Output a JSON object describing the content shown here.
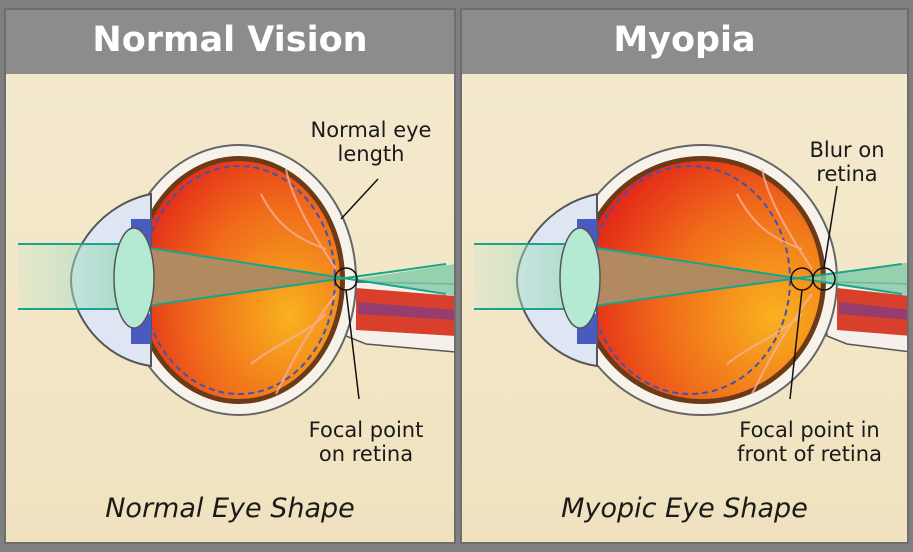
{
  "panels": [
    {
      "title": "Normal Vision",
      "caption": "Normal Eye Shape",
      "label_top": [
        "Normal eye",
        "length"
      ],
      "label_bottom": [
        "Focal point",
        "on retina"
      ]
    },
    {
      "title": "Myopia",
      "caption": "Myopic Eye Shape",
      "label_top": [
        "Blur on",
        "retina"
      ],
      "label_bottom": [
        "Focal point in",
        "front of retina"
      ]
    }
  ],
  "colors": {
    "header_bg": "#8c8c8c",
    "panel_bg": "#f2e6c6",
    "eye_red": "#e8261c",
    "eye_orange": "#f7a21b",
    "light_beam": "#1fae8c",
    "sclera_edge": "#6b3a17"
  }
}
